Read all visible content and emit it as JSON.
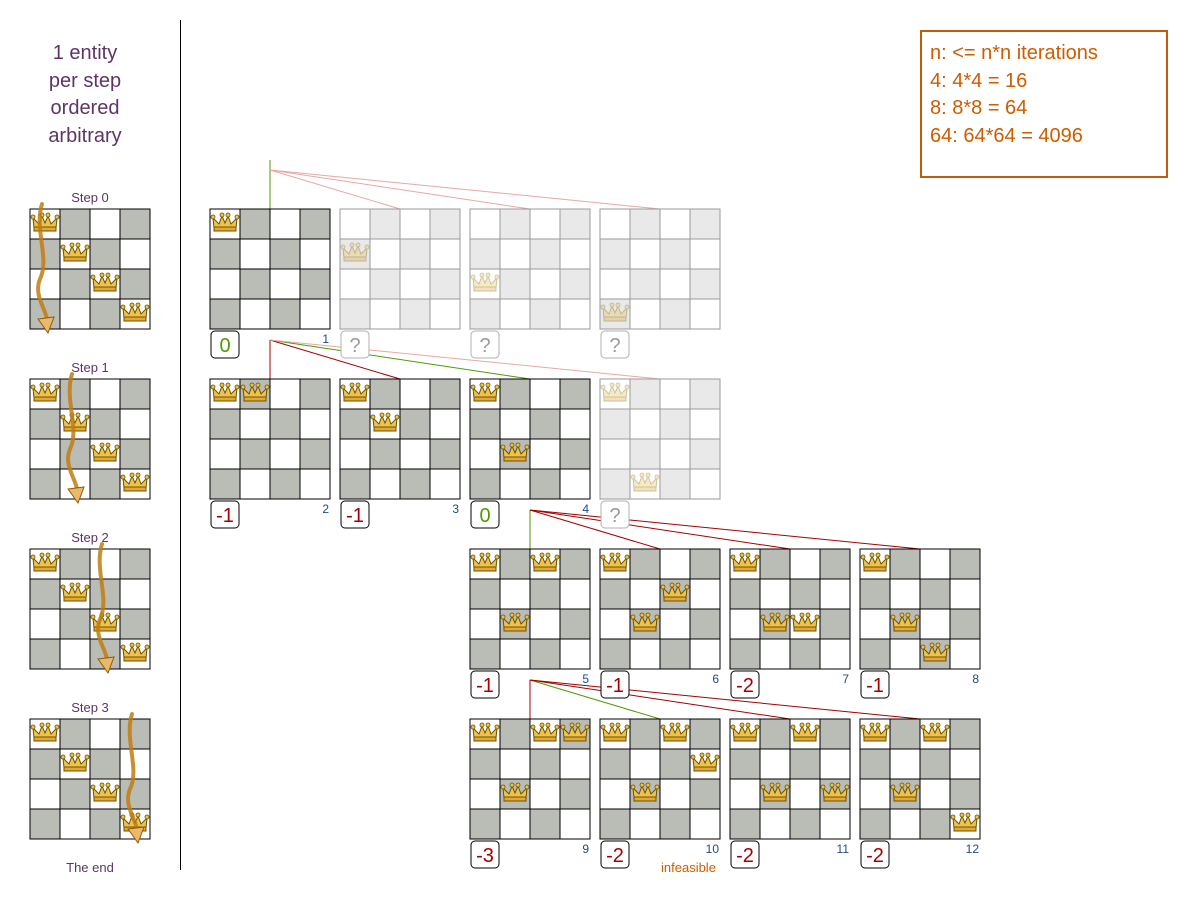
{
  "heading_lines": [
    "1 entity",
    "per step",
    "ordered",
    "arbitrary"
  ],
  "info_box": {
    "lines": [
      "n: <= n*n iterations",
      "4: 4*4 = 16",
      "8: 8*8 = 64",
      "64: 64*64 = 4096"
    ]
  },
  "steps": [
    {
      "label": "Step 0",
      "column": 0
    },
    {
      "label": "Step 1",
      "column": 1
    },
    {
      "label": "Step 2",
      "column": 2
    },
    {
      "label": "Step 3",
      "column": 3
    }
  ],
  "end_label": "The end",
  "infeasible_label": "infeasible",
  "colors": {
    "text_purple": "#5c3566",
    "accent_orange": "#ce5c00",
    "score_green": "#4e9a06",
    "score_red": "#a40000",
    "tick_blue": "#204a87",
    "dark_square": "#babdb6",
    "edge_green": "#73d216",
    "edge_red": "#a40000",
    "edge_faded": "#e8a7a7"
  },
  "boards": [
    {
      "id": 1,
      "queens": [
        0,
        -1,
        -1,
        -1
      ],
      "score": "0",
      "score_color": "green",
      "faded": false
    },
    {
      "id": null,
      "queens": [
        1,
        -1,
        -1,
        -1
      ],
      "score": "?",
      "score_color": "gray",
      "faded": true
    },
    {
      "id": null,
      "queens": [
        2,
        -1,
        -1,
        -1
      ],
      "score": "?",
      "score_color": "gray",
      "faded": true
    },
    {
      "id": null,
      "queens": [
        3,
        -1,
        -1,
        -1
      ],
      "score": "?",
      "score_color": "gray",
      "faded": true
    },
    {
      "id": 2,
      "queens": [
        0,
        0,
        -1,
        -1
      ],
      "score": "-1",
      "score_color": "red",
      "faded": false
    },
    {
      "id": 3,
      "queens": [
        0,
        1,
        -1,
        -1
      ],
      "score": "-1",
      "score_color": "red",
      "faded": false
    },
    {
      "id": 4,
      "queens": [
        0,
        2,
        -1,
        -1
      ],
      "score": "0",
      "score_color": "green",
      "faded": false
    },
    {
      "id": null,
      "queens": [
        0,
        3,
        -1,
        -1
      ],
      "score": "?",
      "score_color": "gray",
      "faded": true
    },
    {
      "id": 5,
      "queens": [
        0,
        2,
        0,
        -1
      ],
      "score": "-1",
      "score_color": "red",
      "faded": false
    },
    {
      "id": 6,
      "queens": [
        0,
        2,
        1,
        -1
      ],
      "score": "-1",
      "score_color": "red",
      "faded": false
    },
    {
      "id": 7,
      "queens": [
        0,
        2,
        2,
        -1
      ],
      "score": "-2",
      "score_color": "red",
      "faded": false
    },
    {
      "id": 8,
      "queens": [
        0,
        2,
        3,
        -1
      ],
      "score": "-1",
      "score_color": "red",
      "faded": false
    },
    {
      "id": 9,
      "queens": [
        0,
        2,
        0,
        0
      ],
      "score": "-3",
      "score_color": "red",
      "faded": false
    },
    {
      "id": 10,
      "queens": [
        0,
        2,
        0,
        1
      ],
      "score": "-2",
      "score_color": "red",
      "faded": false,
      "note": "infeasible"
    },
    {
      "id": 11,
      "queens": [
        0,
        2,
        0,
        2
      ],
      "score": "-2",
      "score_color": "red",
      "faded": false
    },
    {
      "id": 12,
      "queens": [
        0,
        2,
        0,
        3
      ],
      "score": "-2",
      "score_color": "red",
      "faded": false
    }
  ],
  "step_boards": [
    {
      "column": 0,
      "queens": [
        0,
        1,
        2,
        3
      ]
    },
    {
      "column": 1,
      "queens": [
        0,
        1,
        2,
        3
      ]
    },
    {
      "column": 2,
      "queens": [
        0,
        1,
        2,
        3
      ]
    },
    {
      "column": 3,
      "queens": [
        0,
        1,
        2,
        3
      ]
    }
  ]
}
